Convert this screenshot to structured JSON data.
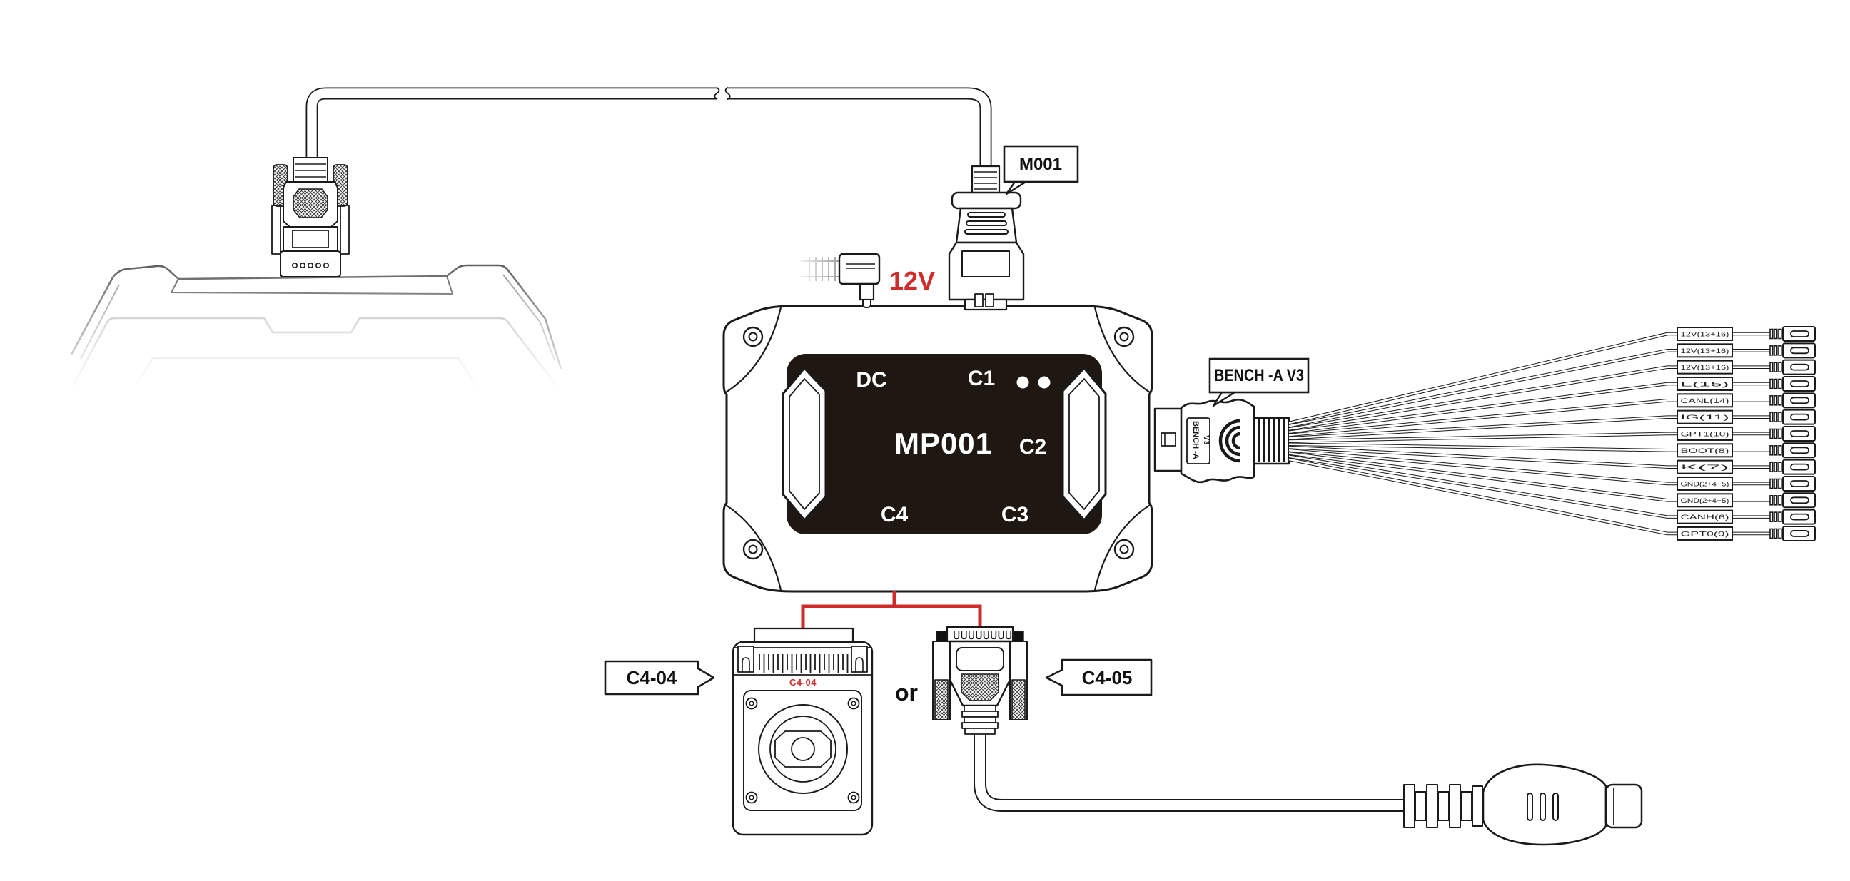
{
  "callouts": {
    "m001": "M001",
    "bench_av3": "BENCH -A V3",
    "c4_04": "C4-04",
    "c4_05": "C4-05"
  },
  "power": {
    "label": "12V"
  },
  "device": {
    "model": "MP001",
    "port_dc": "DC",
    "port_c1": "C1",
    "port_c2": "C2",
    "port_c3": "C3",
    "port_c4": "C4"
  },
  "bench_connector": {
    "line1": "BENCH -A",
    "line2": "V3"
  },
  "adapter": {
    "marking": "C4-04"
  },
  "or_text": "or",
  "harness": {
    "wires": [
      "12V(13+16)",
      "12V(13+16)",
      "12V(13+16)",
      "L(15)",
      "CANL(14)",
      "IG(11)",
      "GPT1(10)",
      "BOOT(8)",
      "K(7)",
      "GND(2+4+5)",
      "GND(2+4+5)",
      "CANH(6)",
      "GPT0(9)"
    ]
  },
  "colors": {
    "red": "#cf2b2b",
    "panel": "#1f1712"
  }
}
